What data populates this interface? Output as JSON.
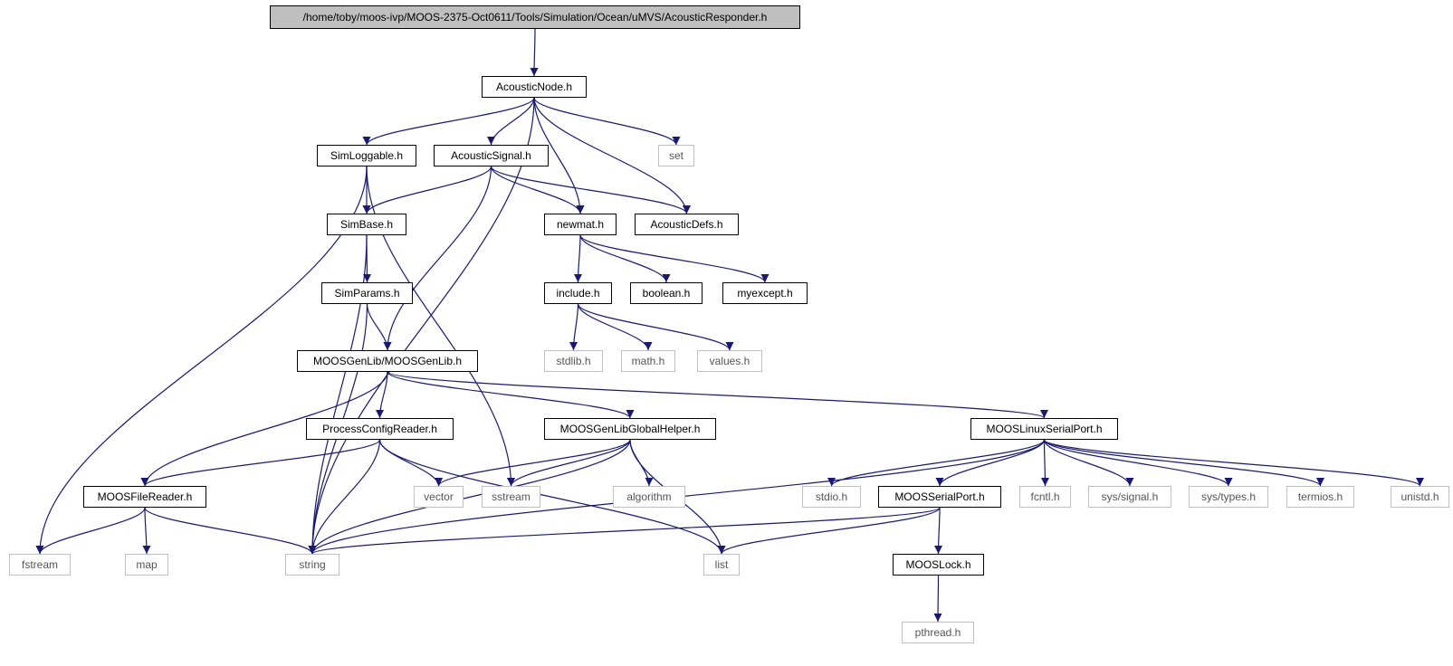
{
  "graph": {
    "edge_color": "#191970",
    "nodes": [
      {
        "id": "root",
        "label": "/home/toby/moos-ivp/MOOS-2375-Oct0611/Tools/Simulation/Ocean/uMVS/AcousticResponder.h",
        "kind": "root"
      },
      {
        "id": "acousticnode",
        "label": "AcousticNode.h",
        "kind": "local"
      },
      {
        "id": "simloggable",
        "label": "SimLoggable.h",
        "kind": "local"
      },
      {
        "id": "acousticsignal",
        "label": "AcousticSignal.h",
        "kind": "local"
      },
      {
        "id": "set",
        "label": "set",
        "kind": "system"
      },
      {
        "id": "simbase",
        "label": "SimBase.h",
        "kind": "local"
      },
      {
        "id": "newmat",
        "label": "newmat.h",
        "kind": "local"
      },
      {
        "id": "acousticdefs",
        "label": "AcousticDefs.h",
        "kind": "local"
      },
      {
        "id": "simparams",
        "label": "SimParams.h",
        "kind": "local"
      },
      {
        "id": "include",
        "label": "include.h",
        "kind": "local"
      },
      {
        "id": "boolean",
        "label": "boolean.h",
        "kind": "local"
      },
      {
        "id": "myexcept",
        "label": "myexcept.h",
        "kind": "local"
      },
      {
        "id": "stdlib",
        "label": "stdlib.h",
        "kind": "system"
      },
      {
        "id": "math",
        "label": "math.h",
        "kind": "system"
      },
      {
        "id": "values",
        "label": "values.h",
        "kind": "system"
      },
      {
        "id": "moosgenlib",
        "label": "MOOSGenLib/MOOSGenLib.h",
        "kind": "local"
      },
      {
        "id": "processconfigreader",
        "label": "ProcessConfigReader.h",
        "kind": "local"
      },
      {
        "id": "moosgenlibglobalhelper",
        "label": "MOOSGenLibGlobalHelper.h",
        "kind": "local"
      },
      {
        "id": "mooslinuxserialport",
        "label": "MOOSLinuxSerialPort.h",
        "kind": "local"
      },
      {
        "id": "moosfilereader",
        "label": "MOOSFileReader.h",
        "kind": "local"
      },
      {
        "id": "vector",
        "label": "vector",
        "kind": "system"
      },
      {
        "id": "sstream",
        "label": "sstream",
        "kind": "system"
      },
      {
        "id": "algorithm",
        "label": "algorithm",
        "kind": "system"
      },
      {
        "id": "stdio",
        "label": "stdio.h",
        "kind": "system"
      },
      {
        "id": "moosserialport",
        "label": "MOOSSerialPort.h",
        "kind": "local"
      },
      {
        "id": "fcntl",
        "label": "fcntl.h",
        "kind": "system"
      },
      {
        "id": "syssignal",
        "label": "sys/signal.h",
        "kind": "system"
      },
      {
        "id": "systypes",
        "label": "sys/types.h",
        "kind": "system"
      },
      {
        "id": "termios",
        "label": "termios.h",
        "kind": "system"
      },
      {
        "id": "unistd",
        "label": "unistd.h",
        "kind": "system"
      },
      {
        "id": "fstream",
        "label": "fstream",
        "kind": "system"
      },
      {
        "id": "map",
        "label": "map",
        "kind": "system"
      },
      {
        "id": "string",
        "label": "string",
        "kind": "system"
      },
      {
        "id": "list",
        "label": "list",
        "kind": "system"
      },
      {
        "id": "mooslock",
        "label": "MOOSLock.h",
        "kind": "local"
      },
      {
        "id": "pthread",
        "label": "pthread.h",
        "kind": "system"
      }
    ],
    "edges": [
      {
        "from": "root",
        "to": "acousticnode"
      },
      {
        "from": "acousticnode",
        "to": "simloggable"
      },
      {
        "from": "acousticnode",
        "to": "acousticsignal"
      },
      {
        "from": "acousticnode",
        "to": "set"
      },
      {
        "from": "acousticnode",
        "to": "newmat"
      },
      {
        "from": "acousticnode",
        "to": "acousticdefs"
      },
      {
        "from": "acousticnode",
        "to": "string"
      },
      {
        "from": "simloggable",
        "to": "simbase"
      },
      {
        "from": "simloggable",
        "to": "fstream"
      },
      {
        "from": "simloggable",
        "to": "sstream"
      },
      {
        "from": "acousticsignal",
        "to": "simbase"
      },
      {
        "from": "acousticsignal",
        "to": "newmat"
      },
      {
        "from": "acousticsignal",
        "to": "acousticdefs"
      },
      {
        "from": "acousticsignal",
        "to": "moosgenlib"
      },
      {
        "from": "simbase",
        "to": "simparams"
      },
      {
        "from": "simbase",
        "to": "string"
      },
      {
        "from": "newmat",
        "to": "include"
      },
      {
        "from": "newmat",
        "to": "boolean"
      },
      {
        "from": "newmat",
        "to": "myexcept"
      },
      {
        "from": "include",
        "to": "stdlib"
      },
      {
        "from": "include",
        "to": "math"
      },
      {
        "from": "include",
        "to": "values"
      },
      {
        "from": "simparams",
        "to": "moosgenlib"
      },
      {
        "from": "simparams",
        "to": "string"
      },
      {
        "from": "moosgenlib",
        "to": "processconfigreader"
      },
      {
        "from": "moosgenlib",
        "to": "moosgenlibglobalhelper"
      },
      {
        "from": "moosgenlib",
        "to": "mooslinuxserialport"
      },
      {
        "from": "moosgenlib",
        "to": "moosfilereader"
      },
      {
        "from": "processconfigreader",
        "to": "moosfilereader"
      },
      {
        "from": "processconfigreader",
        "to": "vector"
      },
      {
        "from": "processconfigreader",
        "to": "string"
      },
      {
        "from": "processconfigreader",
        "to": "list"
      },
      {
        "from": "moosgenlibglobalhelper",
        "to": "vector"
      },
      {
        "from": "moosgenlibglobalhelper",
        "to": "sstream"
      },
      {
        "from": "moosgenlibglobalhelper",
        "to": "algorithm"
      },
      {
        "from": "moosgenlibglobalhelper",
        "to": "string"
      },
      {
        "from": "moosgenlibglobalhelper",
        "to": "list"
      },
      {
        "from": "mooslinuxserialport",
        "to": "string"
      },
      {
        "from": "mooslinuxserialport",
        "to": "stdio"
      },
      {
        "from": "mooslinuxserialport",
        "to": "moosserialport"
      },
      {
        "from": "mooslinuxserialport",
        "to": "fcntl"
      },
      {
        "from": "mooslinuxserialport",
        "to": "syssignal"
      },
      {
        "from": "mooslinuxserialport",
        "to": "systypes"
      },
      {
        "from": "mooslinuxserialport",
        "to": "termios"
      },
      {
        "from": "mooslinuxserialport",
        "to": "unistd"
      },
      {
        "from": "moosfilereader",
        "to": "fstream"
      },
      {
        "from": "moosfilereader",
        "to": "map"
      },
      {
        "from": "moosfilereader",
        "to": "string"
      },
      {
        "from": "moosserialport",
        "to": "string"
      },
      {
        "from": "moosserialport",
        "to": "list"
      },
      {
        "from": "moosserialport",
        "to": "mooslock"
      },
      {
        "from": "mooslock",
        "to": "pthread"
      }
    ]
  }
}
